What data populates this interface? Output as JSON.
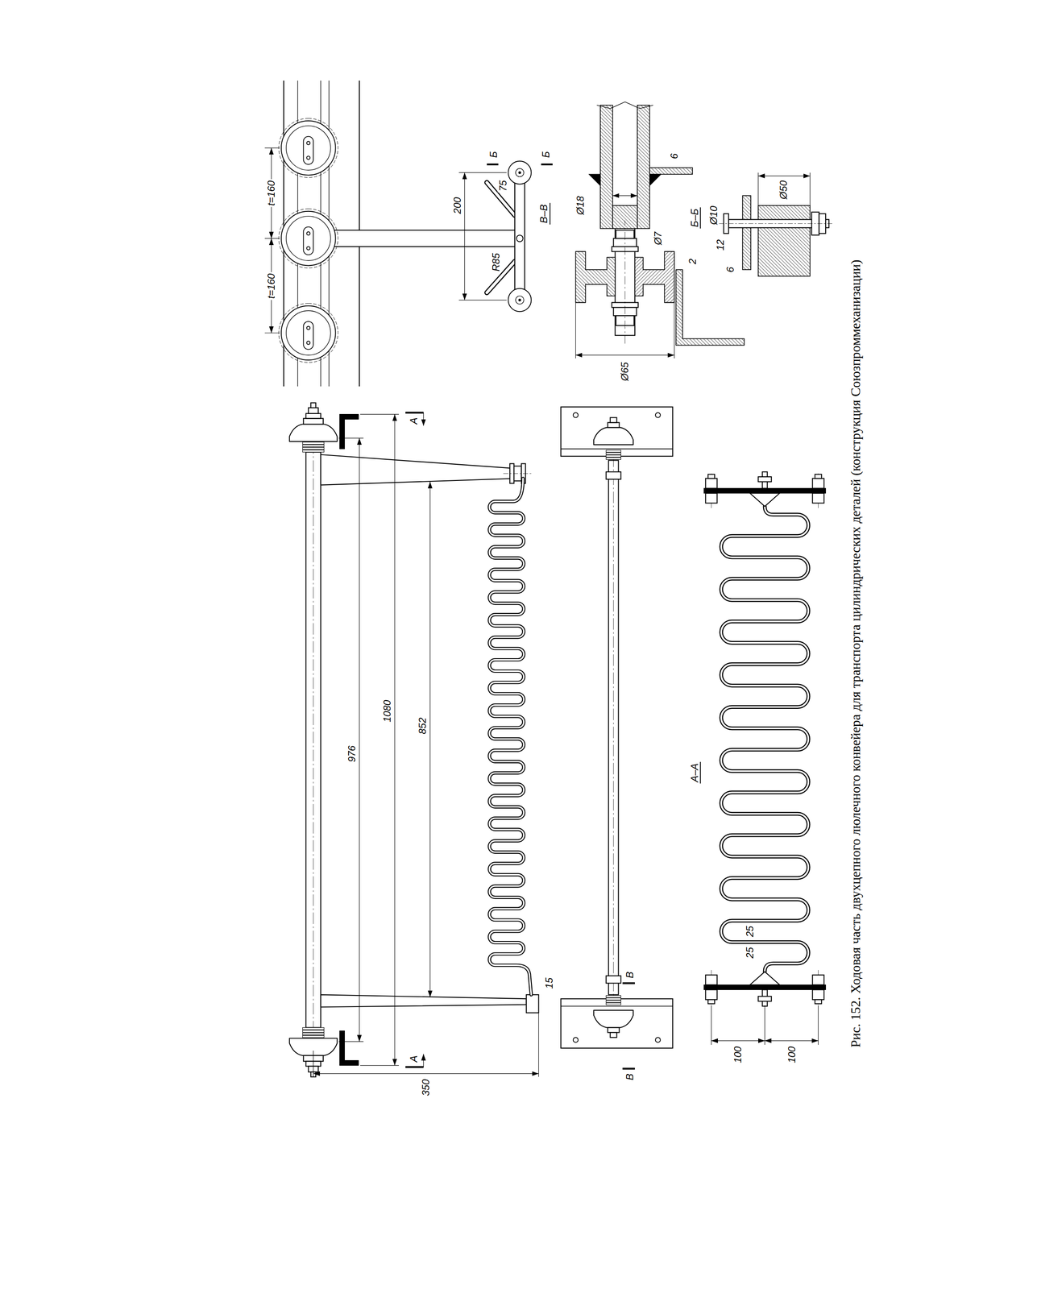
{
  "diagram": {
    "caption": "Рис. 152. Ходовая часть двухцепного люлечного конвейера для транспорта цилиндрических деталей (конструкция Союзпроммеханизации)",
    "labels": [
      "t=160",
      "t=160",
      "200",
      "75",
      "R85",
      "Б",
      "Б",
      "В–В",
      "Ø18",
      "6",
      "Ø7",
      "2",
      "Ø65",
      "Б–Б",
      "Ø50",
      "Ø10",
      "12",
      "6",
      "976",
      "1080",
      "852",
      "15",
      "350",
      "А",
      "А",
      "В",
      "В",
      "А–А",
      "25",
      "25",
      "100",
      "100"
    ]
  }
}
